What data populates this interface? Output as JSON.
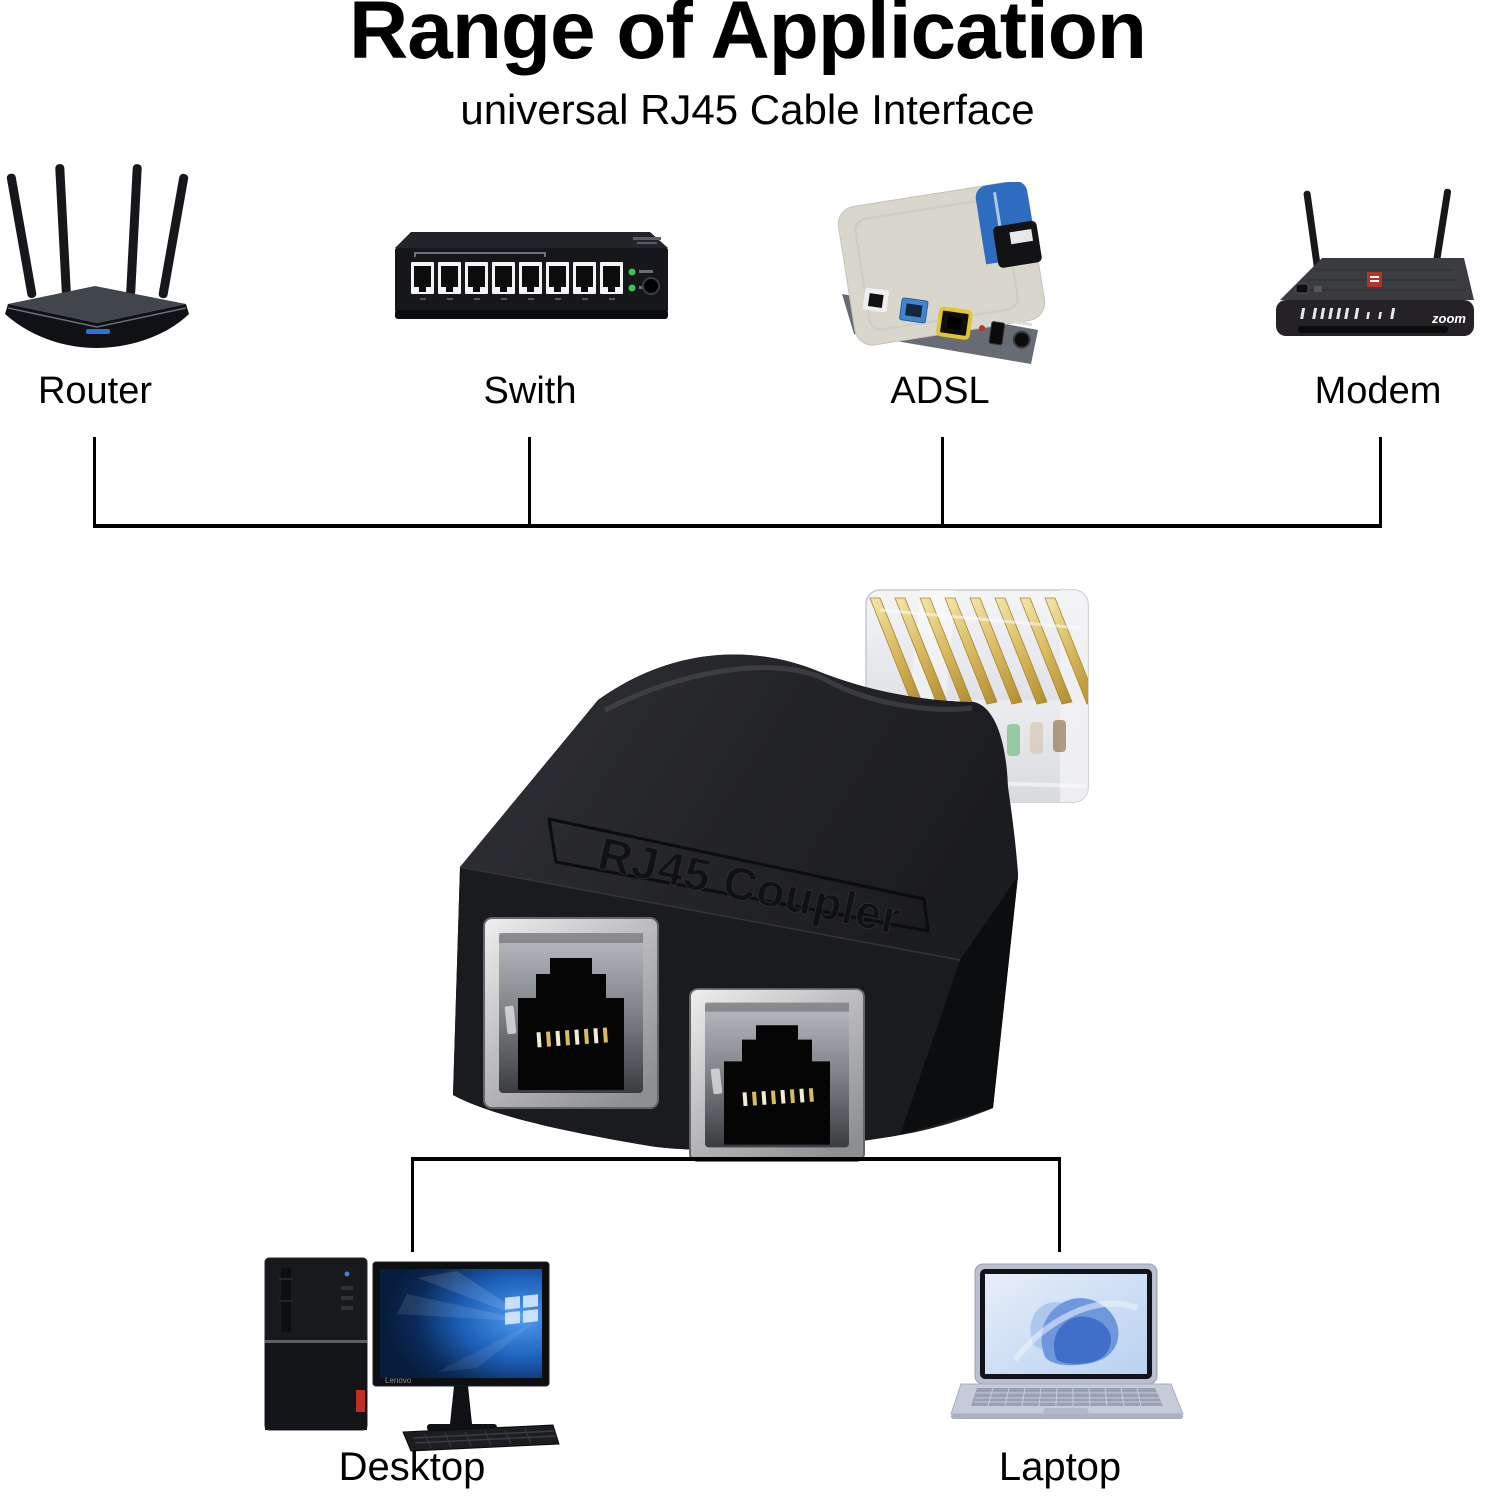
{
  "title": "Range of Application",
  "subtitle": "universal RJ45 Cable Interface",
  "top_devices": [
    {
      "id": "router",
      "label": "Router"
    },
    {
      "id": "switch",
      "label": "Swith"
    },
    {
      "id": "adsl",
      "label": "ADSL"
    },
    {
      "id": "modem",
      "label": "Modem",
      "brand_text": "zoom"
    }
  ],
  "bottom_devices": [
    {
      "id": "desktop",
      "label": "Desktop",
      "monitor_brand_text": "Lenovo"
    },
    {
      "id": "laptop",
      "label": "Laptop"
    }
  ],
  "product": {
    "embossed_label": "RJ45 Coupler"
  },
  "colors": {
    "background": "#ffffff",
    "text": "#000000",
    "connector_line": "#000000",
    "coupler_body": "#1d1e21",
    "port_bezel_silver": "#c7c7c7",
    "plug_gold": "#d8b95e",
    "adsl_blue_band": "#2e6cc0",
    "adsl_port_yellow": "#e3c52f",
    "switch_led_green": "#3ec24f",
    "modem_logo_red": "#b5342a",
    "router_led_blue": "#2e6fd8",
    "desktop_wallpaper_blue": "#1d5fb8",
    "laptop_wallpaper_blue": "#5b8bd8"
  }
}
